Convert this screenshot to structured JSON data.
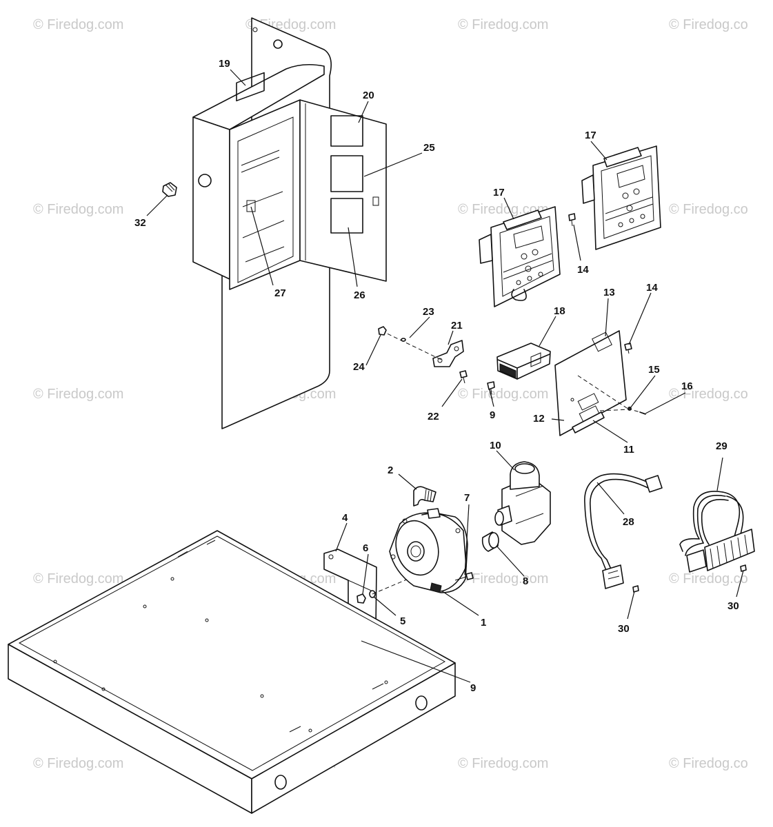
{
  "watermark": {
    "text": "© Firedog.com",
    "text_cut": "© Firedog.co"
  },
  "callouts": {
    "c1": "1",
    "c2": "2",
    "c4": "4",
    "c5": "5",
    "c6": "6",
    "c7": "7",
    "c8": "8",
    "c9a": "9",
    "c9b": "9",
    "c10": "10",
    "c11": "11",
    "c12": "12",
    "c13": "13",
    "c14a": "14",
    "c14b": "14",
    "c15": "15",
    "c16": "16",
    "c17a": "17",
    "c17b": "17",
    "c18": "18",
    "c19": "19",
    "c20": "20",
    "c21": "21",
    "c22": "22",
    "c23": "23",
    "c24": "24",
    "c25": "25",
    "c26": "26",
    "c27": "27",
    "c28": "28",
    "c29": "29",
    "c30a": "30",
    "c30b": "30",
    "c32": "32"
  }
}
